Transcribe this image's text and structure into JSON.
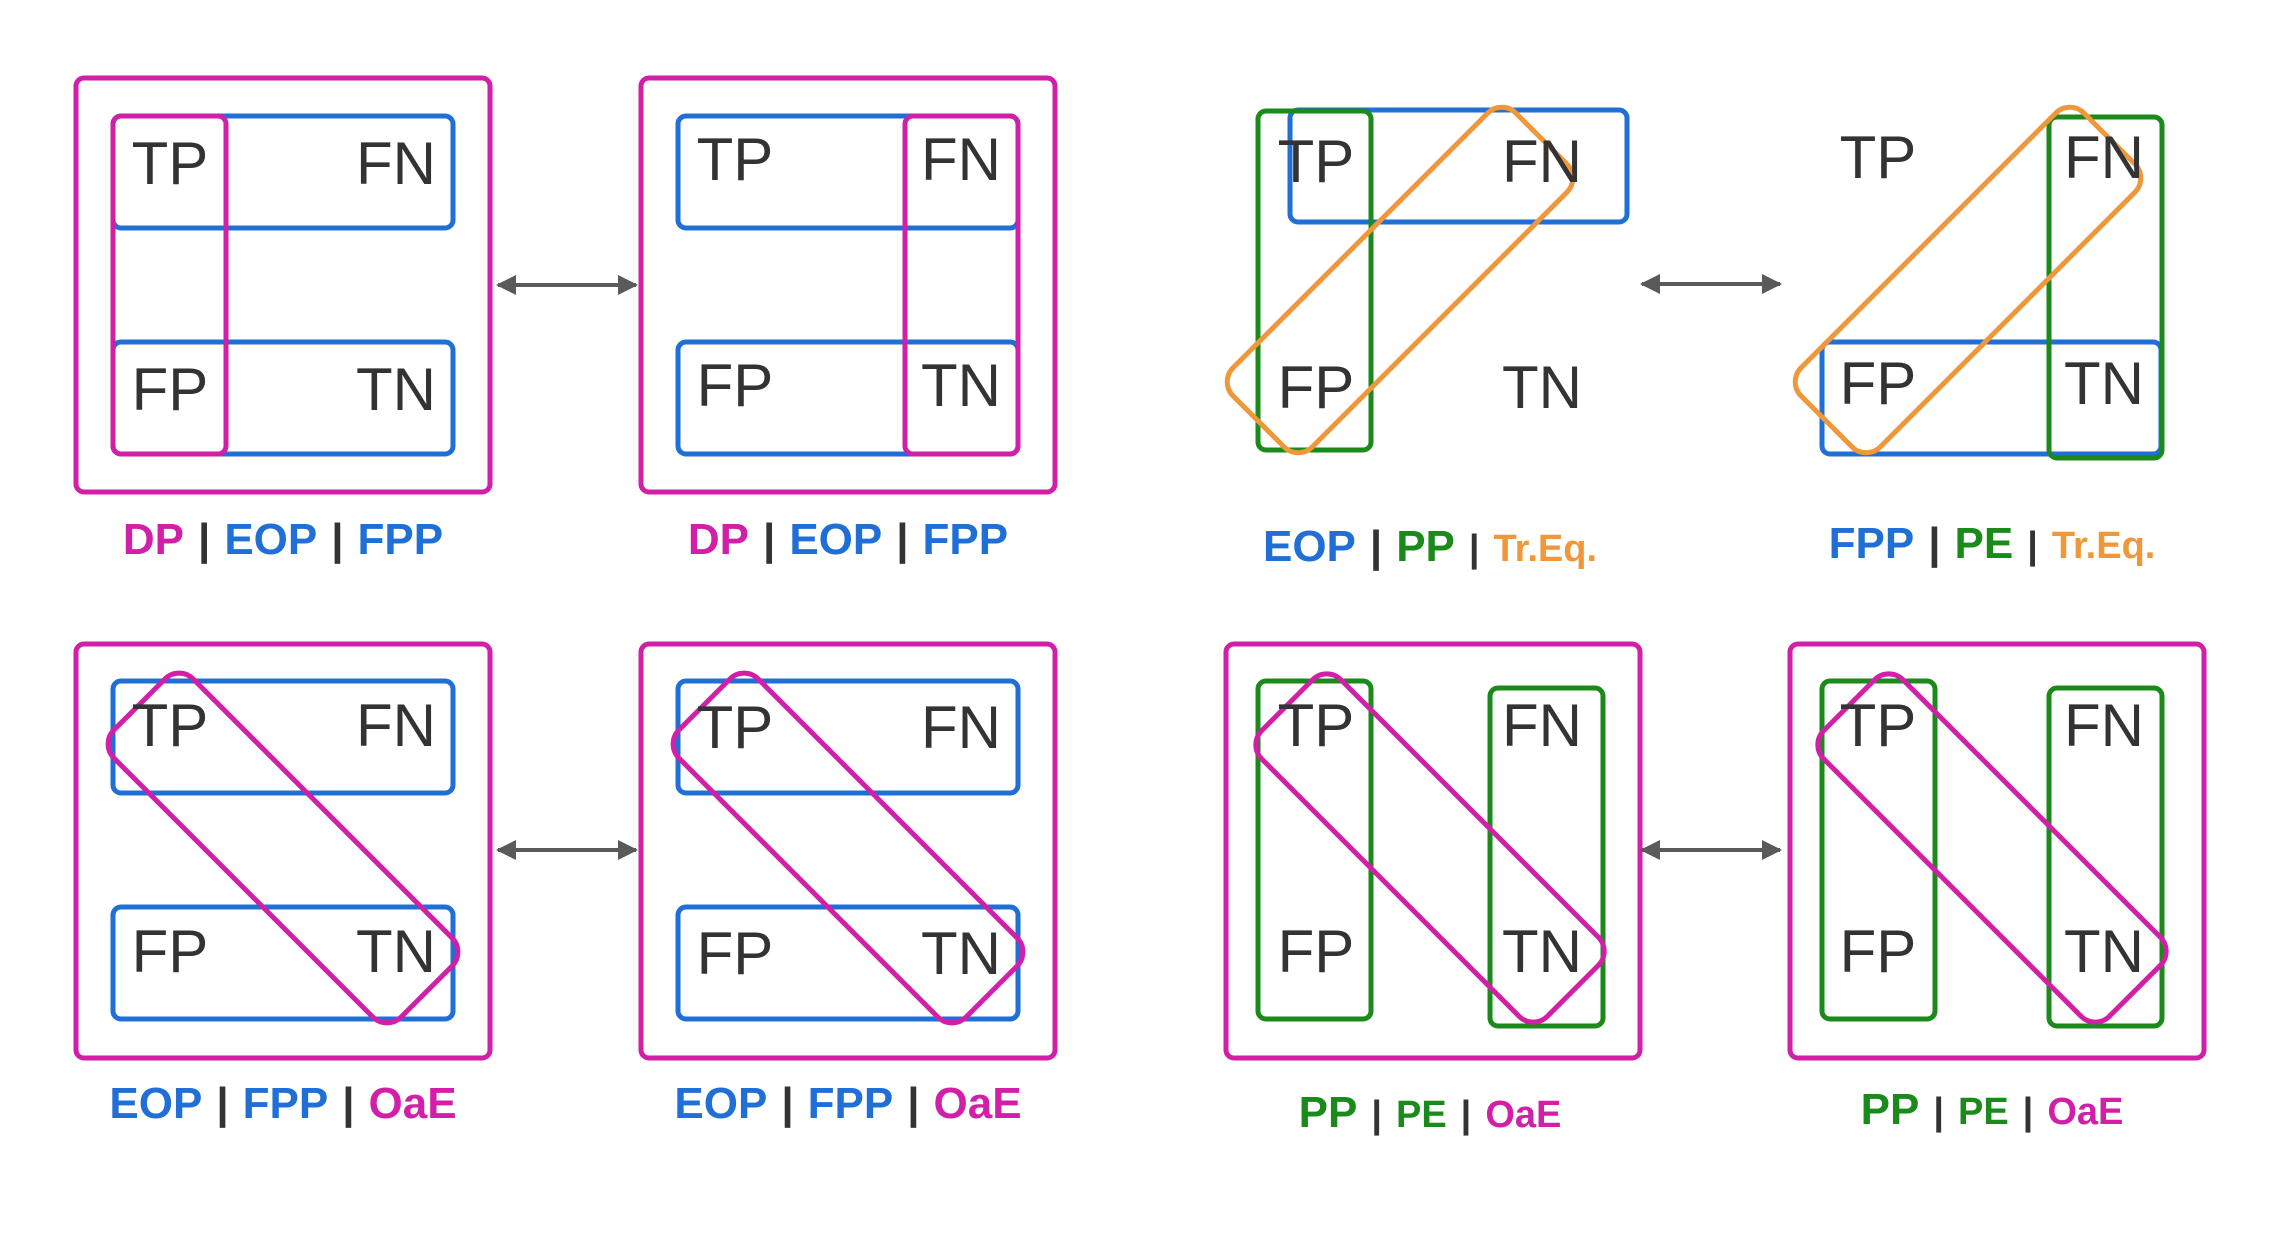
{
  "colors": {
    "magenta": "#d21fa8",
    "blue": "#1f6fd6",
    "green": "#1a8a1a",
    "orange": "#f0973a",
    "arrow": "#5a5a5a",
    "text": "#333333"
  },
  "cells": {
    "tp": "TP",
    "fn": "FN",
    "fp": "FP",
    "tn": "TN"
  },
  "captions": {
    "r1p1": [
      "DP",
      "|",
      "EOP",
      "|",
      "FPP"
    ],
    "r1p2": [
      "DP",
      "|",
      "EOP",
      "|",
      "FPP"
    ],
    "r1p3": [
      "EOP",
      "|",
      "PP",
      "|",
      "Tr.Eq."
    ],
    "r1p4": [
      "FPP",
      "|",
      "PE",
      "|",
      "Tr.Eq."
    ],
    "r2p1": [
      "EOP",
      "|",
      "FPP",
      "|",
      "OaE"
    ],
    "r2p2": [
      "EOP",
      "|",
      "FPP",
      "|",
      "OaE"
    ],
    "r2p3": [
      "PP",
      "|",
      "PE",
      "|",
      "OaE"
    ],
    "r2p4": [
      "PP",
      "|",
      "PE",
      "|",
      "OaE"
    ]
  }
}
